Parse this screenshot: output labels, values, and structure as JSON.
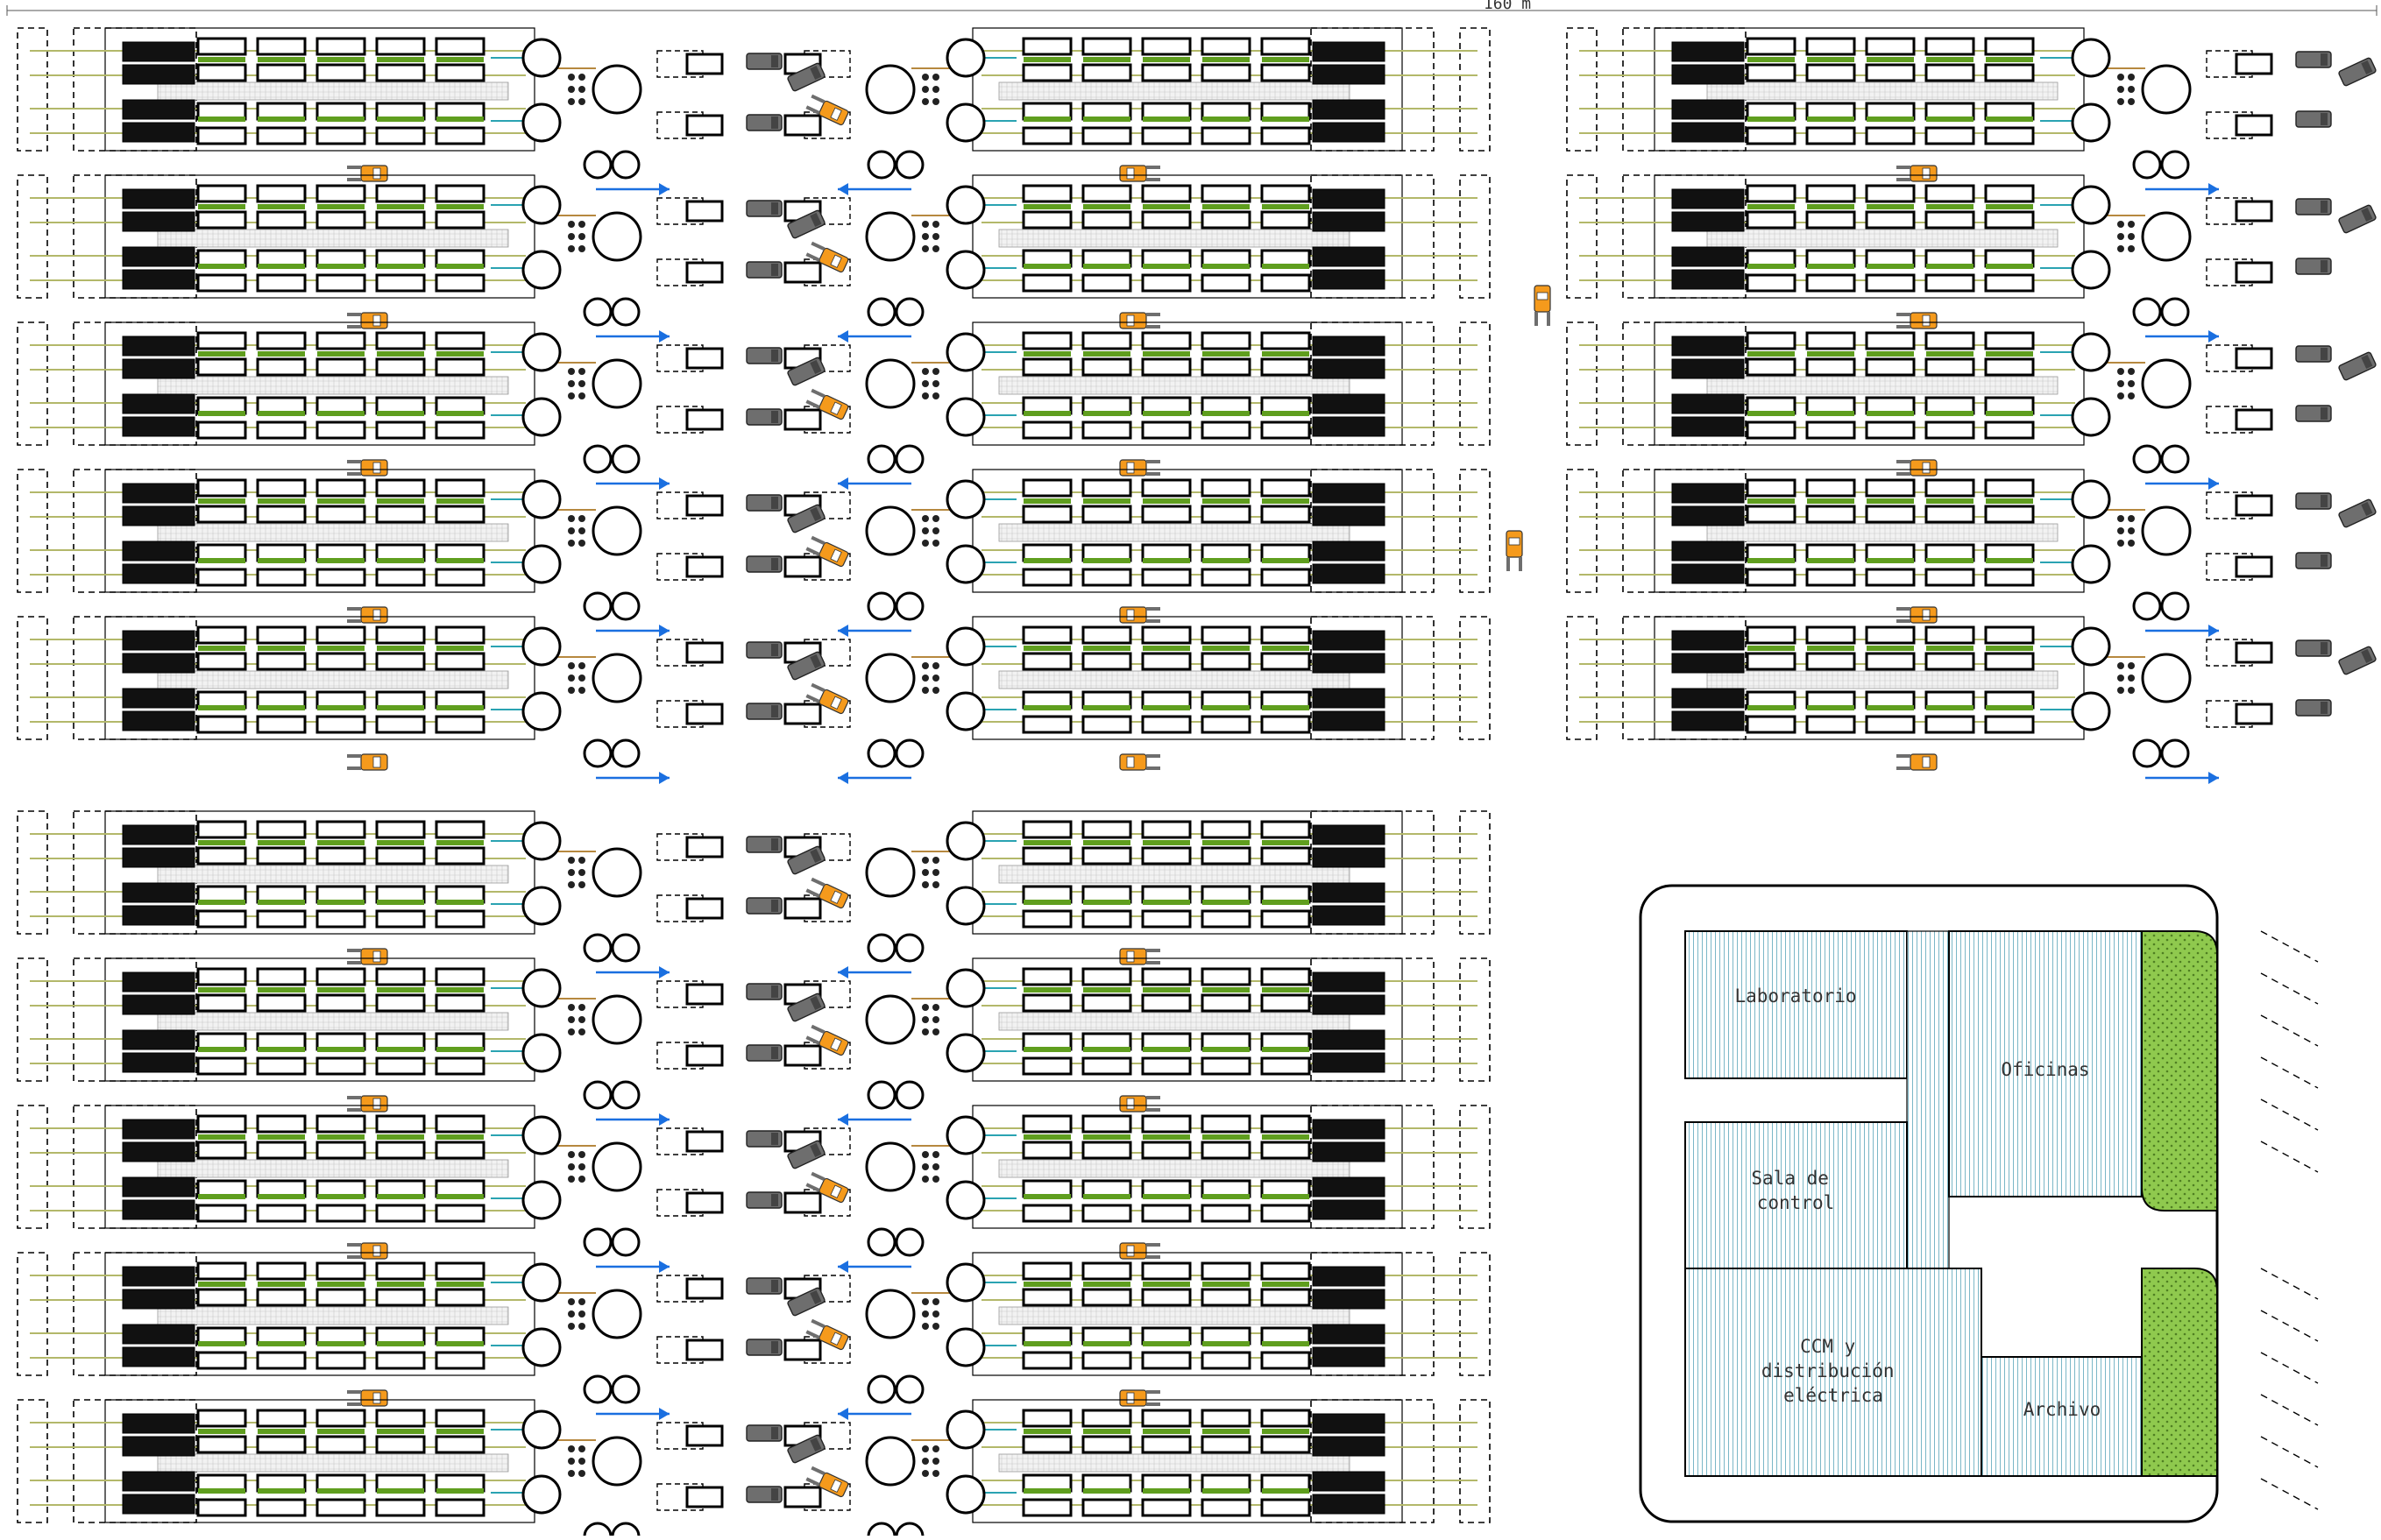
{
  "scale_label": "160 m",
  "rooms": {
    "laboratorio": [
      "Laboratorio"
    ],
    "oficinas": [
      "Oficinas"
    ],
    "sala_control": [
      "Sala de",
      "control"
    ],
    "ccm": [
      "CCM y",
      "distribución",
      "eléctrica"
    ],
    "archivo": [
      "Archivo"
    ]
  },
  "colors": {
    "line": "#000000",
    "flow_arrow": "#1a6fe0",
    "forklift_orange": "#f59a1c",
    "forklift_grey": "#6e6e6e",
    "green_bar": "#5f9e1e",
    "teal_pipe": "#2aa3b2",
    "tan_pipe": "#b6883f",
    "olive_rail": "#b3b86a",
    "hedge": "#8fc94e",
    "room_hatch": "#7bb7c7"
  },
  "icons": [
    "forklift-icon",
    "truck-icon",
    "flow-arrow-icon",
    "tank-icon"
  ]
}
